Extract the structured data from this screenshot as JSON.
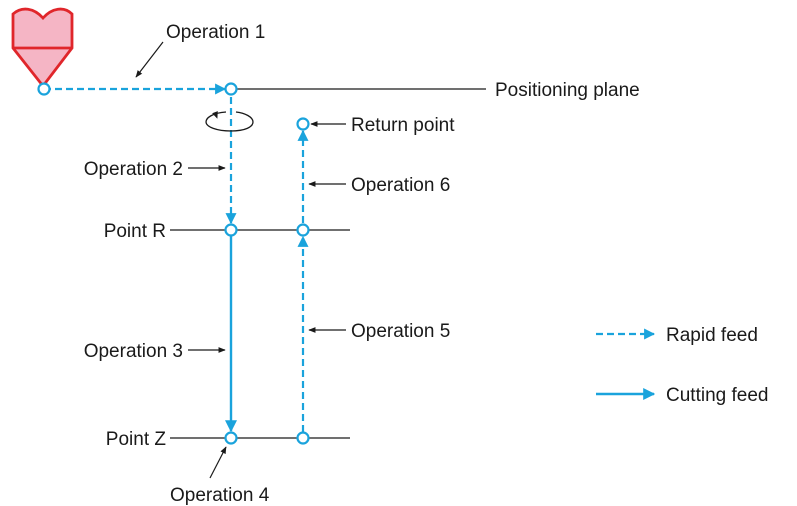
{
  "labels": {
    "operation_1": "Operation 1",
    "positioning_plane": "Positioning plane",
    "return_point": "Return point",
    "operation_2": "Operation 2",
    "operation_6": "Operation 6",
    "point_r": "Point R",
    "operation_5": "Operation 5",
    "operation_3": "Operation 3",
    "point_z": "Point Z",
    "operation_4": "Operation 4"
  },
  "legend": {
    "rapid_feed": "Rapid feed",
    "cutting_feed": "Cutting feed"
  },
  "colors": {
    "feed_path": "#1aa3dc",
    "tool_outline": "#e0262b",
    "tool_fill": "#f5b5c5",
    "text": "#1a1a1a"
  },
  "icons": {
    "tool": "drill-tool-icon",
    "rotation": "spindle-rotation-icon"
  }
}
